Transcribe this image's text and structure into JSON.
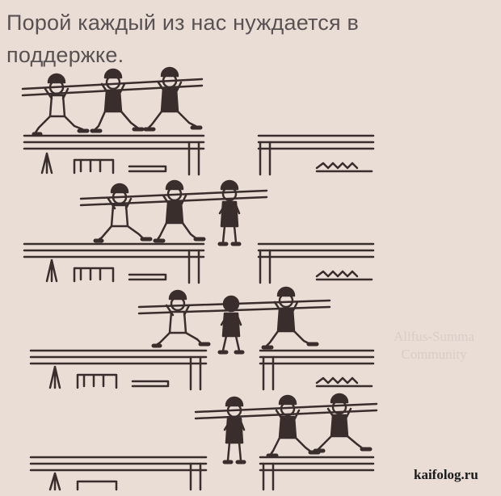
{
  "caption": "Порой  каждый из нас нуждается в поддержке.",
  "watermark": {
    "line1": "Alifus-Summa",
    "line2": "Community"
  },
  "site_label": "kaifolog.ru",
  "colors": {
    "background": "#e9ddd6",
    "ink": "#3a2e2c",
    "caption_text": "#5a5252",
    "watermark": "#d9cec7"
  }
}
